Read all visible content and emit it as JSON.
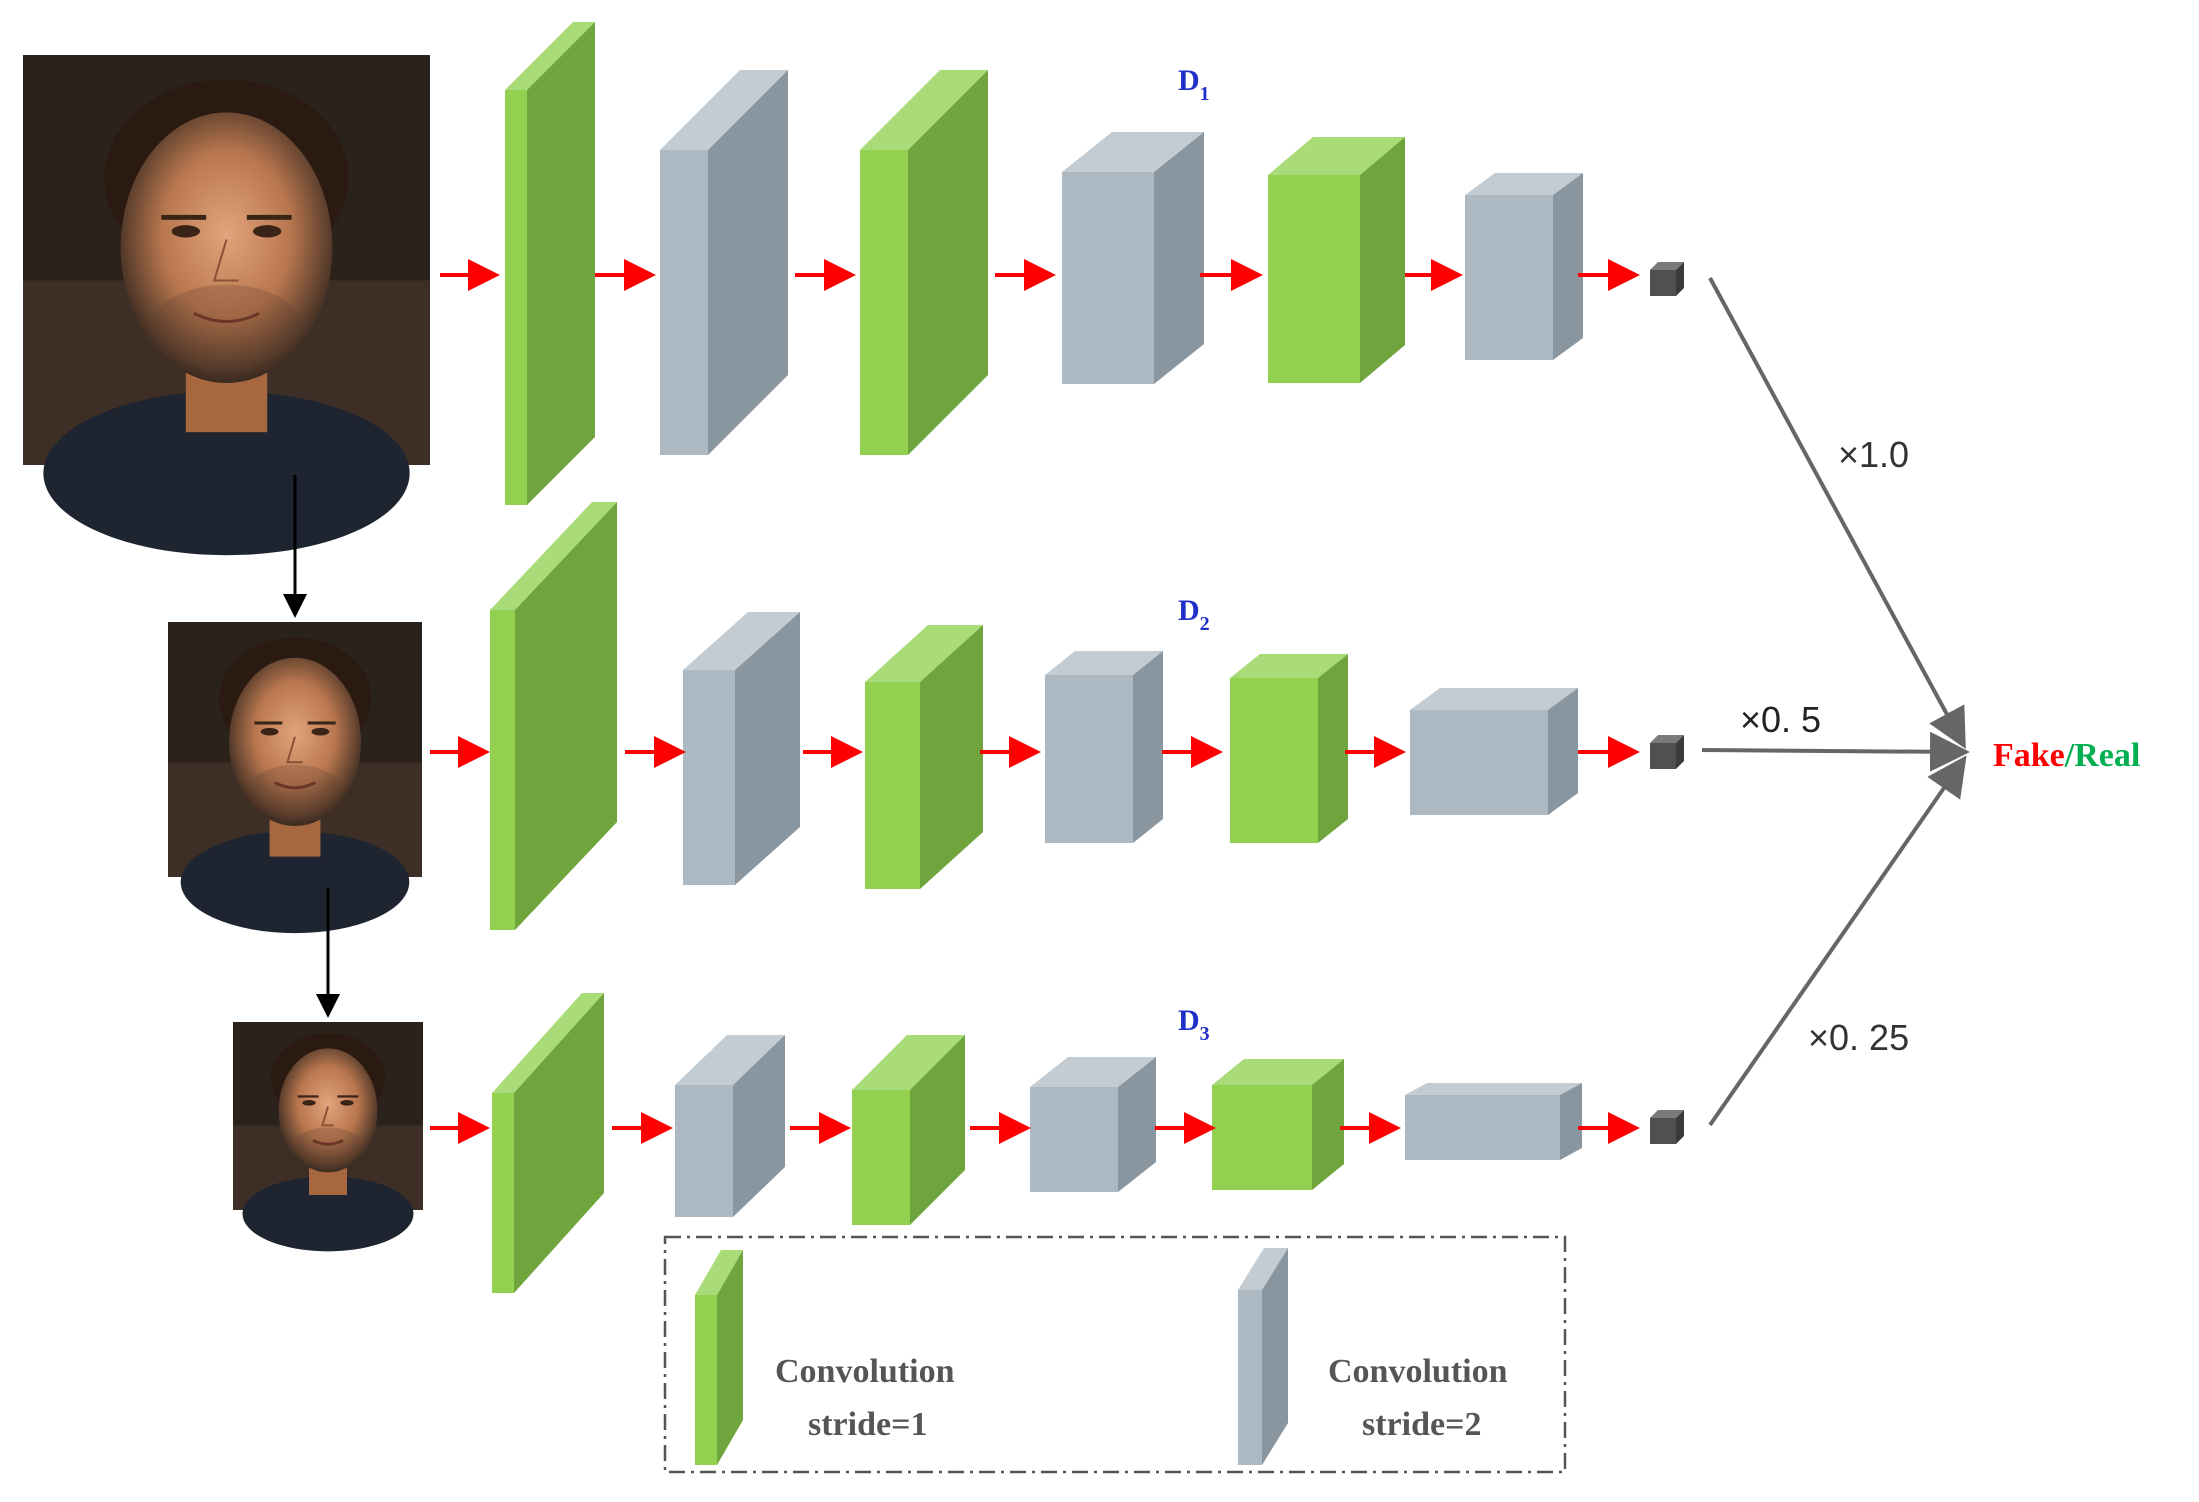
{
  "colors": {
    "green_front": "#92d050",
    "green_side": "#70a43c",
    "green_top": "#a9db78",
    "gray_front": "#adb9c2",
    "gray_side": "#8a969f",
    "gray_top": "#c3ccd3",
    "arrow_red": "#ff0000",
    "label_blue": "#1f2fc8",
    "fake_red": "#ff0000",
    "real_green": "#00b050",
    "connector_gray": "#666666",
    "cube_dark": "#505050"
  },
  "branches": [
    {
      "sub": "D",
      "subscript": "1",
      "weight": "×1.0",
      "photo": "face-photo-large",
      "blocks": [
        "green",
        "gray",
        "green",
        "gray",
        "green",
        "gray"
      ]
    },
    {
      "sub": "D",
      "subscript": "2",
      "weight": "×0. 5",
      "photo": "face-photo-medium",
      "blocks": [
        "green",
        "gray",
        "green",
        "gray",
        "green",
        "gray"
      ]
    },
    {
      "sub": "D",
      "subscript": "3",
      "weight": "×0. 25",
      "photo": "face-photo-small",
      "blocks": [
        "green",
        "gray",
        "green",
        "gray",
        "green",
        "gray"
      ]
    }
  ],
  "output": {
    "fake": "Fake",
    "slash": "/",
    "real": "Real"
  },
  "legend": {
    "item1": {
      "line1": "Convolution",
      "line2": "stride=1",
      "color": "green"
    },
    "item2": {
      "line1": "Convolution",
      "line2": "stride=2",
      "color": "gray"
    }
  }
}
